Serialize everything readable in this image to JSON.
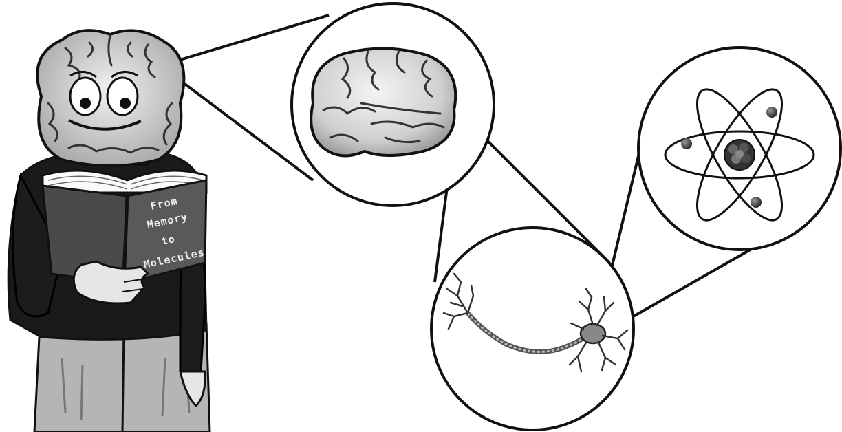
{
  "figure": {
    "kind": "zoom-in illustration",
    "stages": [
      "person",
      "brain",
      "neuron",
      "atom"
    ]
  },
  "book": {
    "title_lines": [
      "From",
      "Memory",
      "to",
      "Molecules"
    ]
  },
  "colors": {
    "ink": "#111111",
    "shirt": "#1a1a1a",
    "book_cover": "#595959",
    "pants": "#b5b5b5",
    "skin": "#e6e6e6",
    "brain": "#dcdcdc",
    "paper": "#ffffff"
  }
}
